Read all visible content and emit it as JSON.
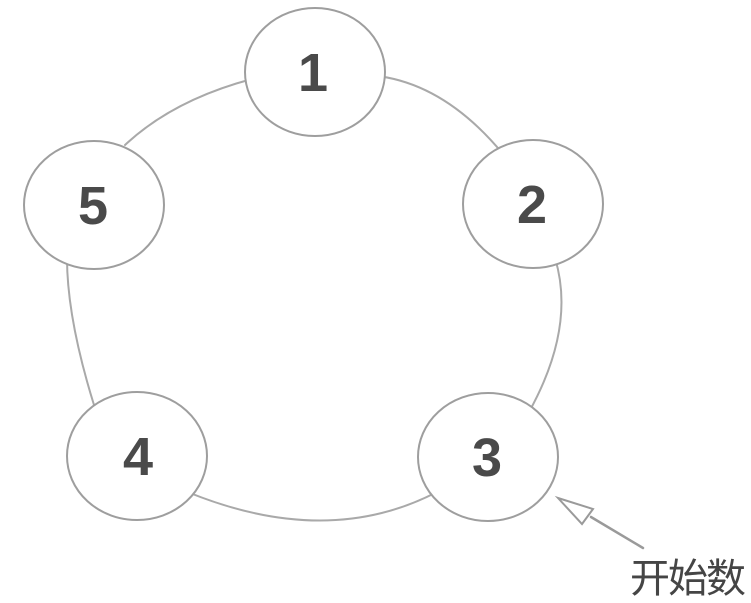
{
  "diagram": {
    "nodes": [
      {
        "label": "1"
      },
      {
        "label": "2"
      },
      {
        "label": "3"
      },
      {
        "label": "4"
      },
      {
        "label": "5"
      }
    ],
    "annotation": {
      "label": "开始数",
      "points_to_node": "3"
    },
    "colors": {
      "background": "#ffffff",
      "ring_stroke": "#a9a9a9",
      "node_stroke": "#9e9e9e",
      "node_fill": "#ffffff",
      "number_text": "#4a4a4a",
      "arrow": "#9a9a9a",
      "annotation_text": "#454545"
    }
  }
}
